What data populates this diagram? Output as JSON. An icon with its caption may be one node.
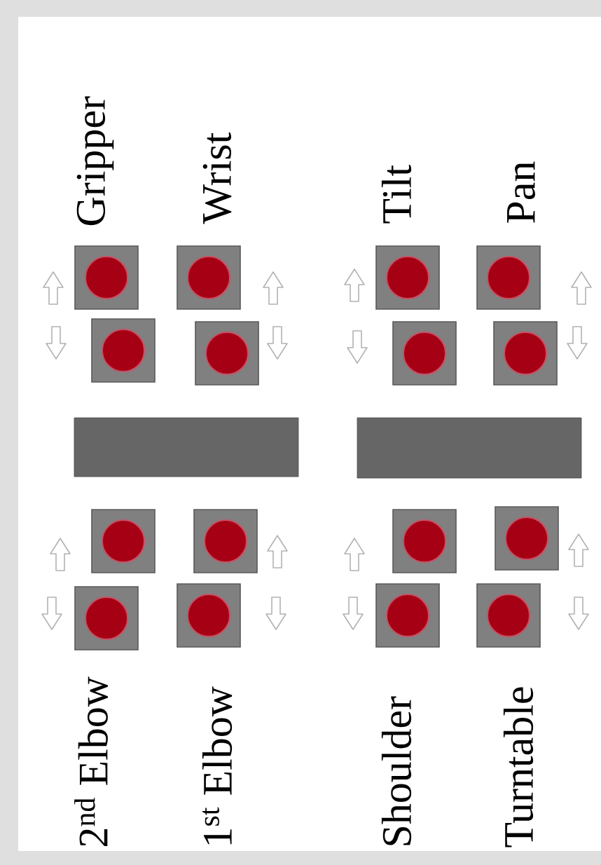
{
  "diagram": {
    "nodes": [
      {
        "text": [],
        "shape": "bar"
      },
      {
        "text": [],
        "shape": "bar"
      }
    ],
    "labels": [
      "Gripper",
      "Wrist",
      "Tilt",
      "Pan",
      "2$^{nd}$ Elbow",
      "1$^{st}$ Elbow",
      "Shoulder",
      "Turntable"
    ]
  }
}
